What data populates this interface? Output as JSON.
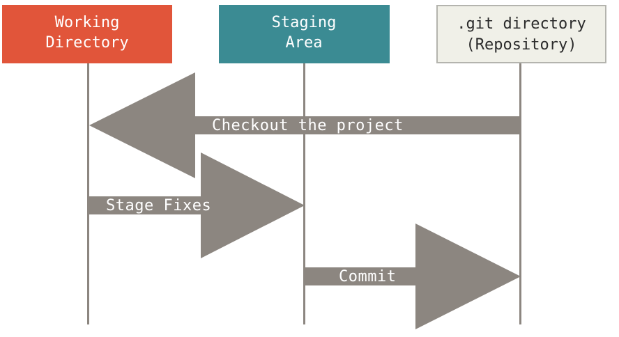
{
  "columns": [
    {
      "id": "working",
      "label_lines": [
        "Working",
        "Directory"
      ],
      "fill": "#e1553a",
      "text_color": "#ffffff"
    },
    {
      "id": "staging",
      "label_lines": [
        "Staging",
        "Area"
      ],
      "fill": "#3b8b93",
      "text_color": "#ffffff"
    },
    {
      "id": "repository",
      "label_lines": [
        ".git directory",
        "(Repository)"
      ],
      "fill": "#f0f0e8",
      "text_color": "#2b2b2b",
      "stroke": "#b4b4ae"
    }
  ],
  "arrows": [
    {
      "id": "checkout",
      "label": "Checkout the project",
      "from": "repository",
      "to": "working"
    },
    {
      "id": "stage-fixes",
      "label": "Stage Fixes",
      "from": "working",
      "to": "staging"
    },
    {
      "id": "commit",
      "label": "Commit",
      "from": "staging",
      "to": "repository"
    }
  ],
  "colors": {
    "arrow": "#8c8680",
    "lifeline": "#8c8680"
  }
}
